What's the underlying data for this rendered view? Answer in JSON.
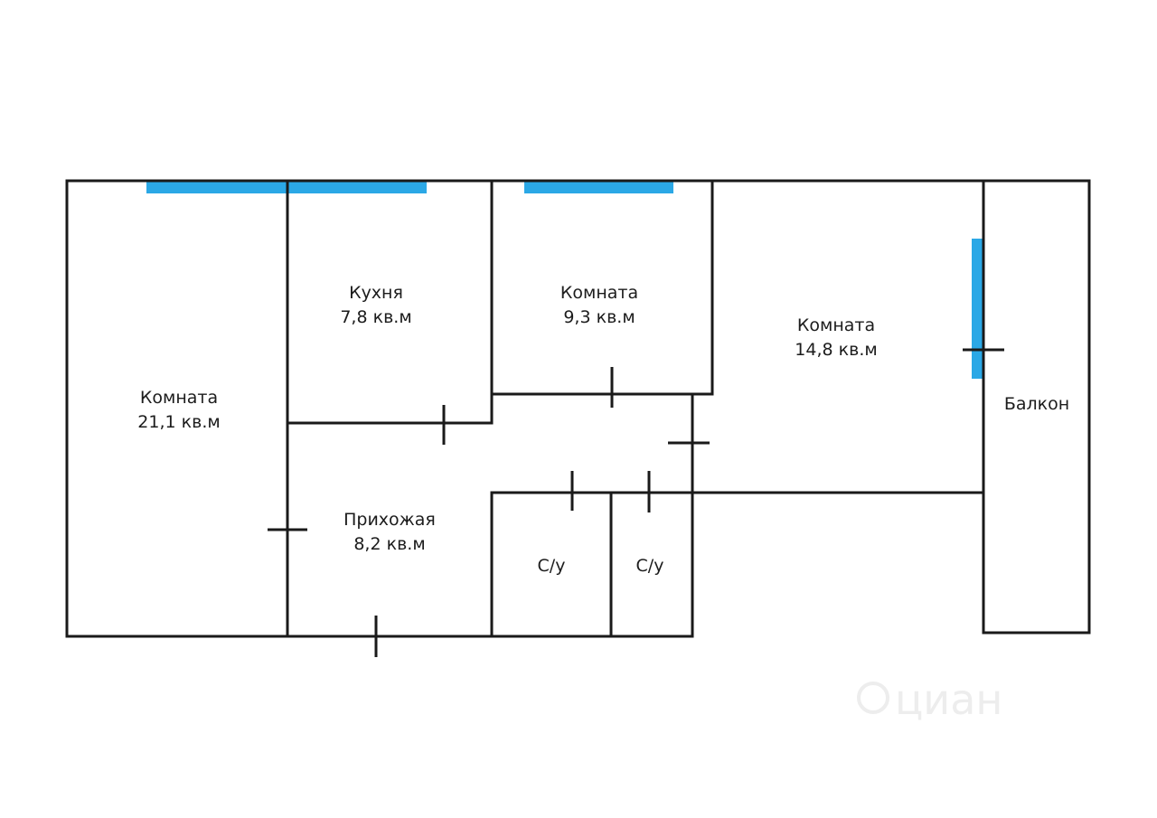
{
  "rooms": {
    "living_big": {
      "name": "Комната",
      "area": "21,1 кв.м"
    },
    "kitchen": {
      "name": "Кухня",
      "area": "7,8 кв.м"
    },
    "room_mid": {
      "name": "Комната",
      "area": "9,3 кв.м"
    },
    "room_right": {
      "name": "Комната",
      "area": "14,8 кв.м"
    },
    "hallway": {
      "name": "Прихожая",
      "area": "8,2 кв.м"
    },
    "bathroom_1": {
      "name": "С/у"
    },
    "bathroom_2": {
      "name": "С/у"
    },
    "balcony": {
      "name": "Балкон"
    }
  },
  "watermark": {
    "text": "циан"
  },
  "colors": {
    "wall": "#1a1a1a",
    "window": "#2ba8e6",
    "background": "#ffffff",
    "text": "#1c1c1c"
  }
}
